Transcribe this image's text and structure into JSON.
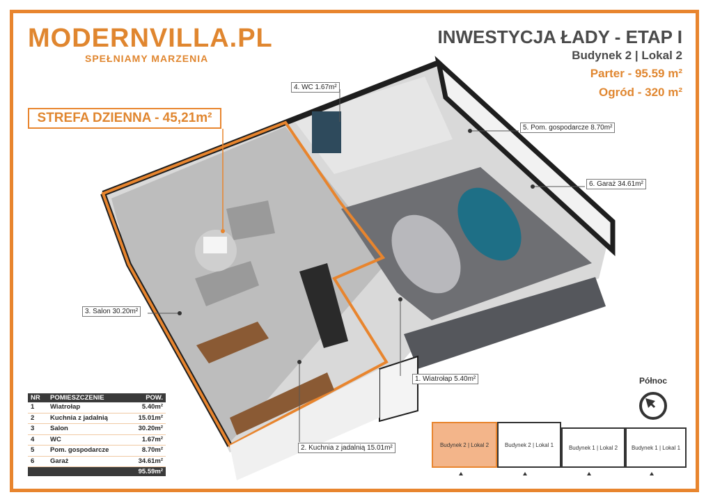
{
  "brand": {
    "name": "MODERNVILLA.PL",
    "tagline": "SPEŁNIAMY MARZENIA"
  },
  "header": {
    "title": "INWESTYCJA ŁADY - ETAP I",
    "building": "Budynek 2 | Lokal 2",
    "floor": "Parter - 95.59 m²",
    "garden": "Ogród - 320 m²"
  },
  "zone": {
    "label": "STREFA DZIENNA - 45,21m²"
  },
  "rooms": {
    "wc": "4. WC 1.67m²",
    "utility": "5. Pom. gospodarcze 8.70m²",
    "garage": "6. Garaż 34.61m²",
    "living": "3. Salon 30.20m²",
    "kitchen": "2. Kuchnia z jadalnią 15.01m²",
    "windbreak": "1. Wiatrołap 5.40m²"
  },
  "table": {
    "headers": [
      "NR",
      "POMIESZCZENIE",
      "POW."
    ],
    "rows": [
      [
        "1",
        "Wiatrołap",
        "5.40m²"
      ],
      [
        "2",
        "Kuchnia z jadalnią",
        "15.01m²"
      ],
      [
        "3",
        "Salon",
        "30.20m²"
      ],
      [
        "4",
        "WC",
        "1.67m²"
      ],
      [
        "5",
        "Pom. gospodarcze",
        "8.70m²"
      ],
      [
        "6",
        "Garaż",
        "34.61m²"
      ]
    ],
    "total": "95.59m²"
  },
  "compass": {
    "label": "Północ",
    "icon": "compass-north-icon"
  },
  "buildings": [
    {
      "label": "Budynek 2 | Lokal 2",
      "active": true
    },
    {
      "label": "Budynek 2 | Lokal 1",
      "active": false
    },
    {
      "label": "Budynek 1 | Lokal 2",
      "active": false
    },
    {
      "label": "Budynek 1 | Lokal 1",
      "active": false
    }
  ],
  "colors": {
    "accent": "#e8852e",
    "title": "#4a4a4a",
    "wall": "#1e1e1e"
  }
}
